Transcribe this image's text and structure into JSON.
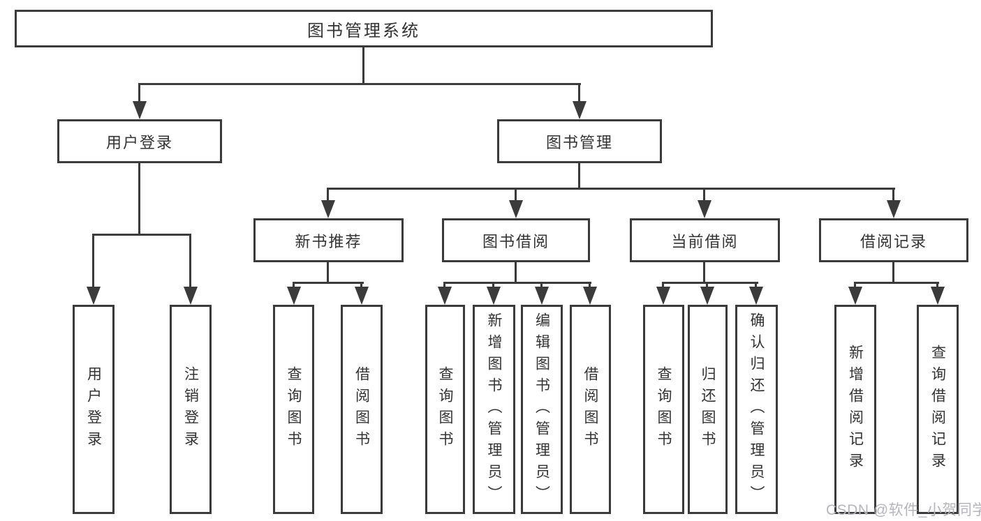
{
  "style": {
    "line_color": "#3b3b3b",
    "text_color": "#333333",
    "background_color": "#ffffff",
    "watermark_color": "#b5b5bc"
  },
  "watermark": "CSDN @软件_小贺同学",
  "tree": {
    "root": "图书管理系统",
    "branches": [
      {
        "label": "用户登录",
        "children": [
          "用户登录",
          "注销登录"
        ]
      },
      {
        "label": "图书管理",
        "children": [
          {
            "label": "新书推荐",
            "children": [
              "查询图书",
              "借阅图书"
            ]
          },
          {
            "label": "图书借阅",
            "children": [
              "查询图书",
              "新增图书（管理员）",
              "编辑图书（管理员）",
              "借阅图书"
            ]
          },
          {
            "label": "当前借阅",
            "children": [
              "查询图书",
              "归还图书",
              "确认归还（管理员）"
            ]
          },
          {
            "label": "借阅记录",
            "children": [
              "新增借阅记录",
              "查询借阅记录"
            ]
          }
        ]
      }
    ]
  }
}
